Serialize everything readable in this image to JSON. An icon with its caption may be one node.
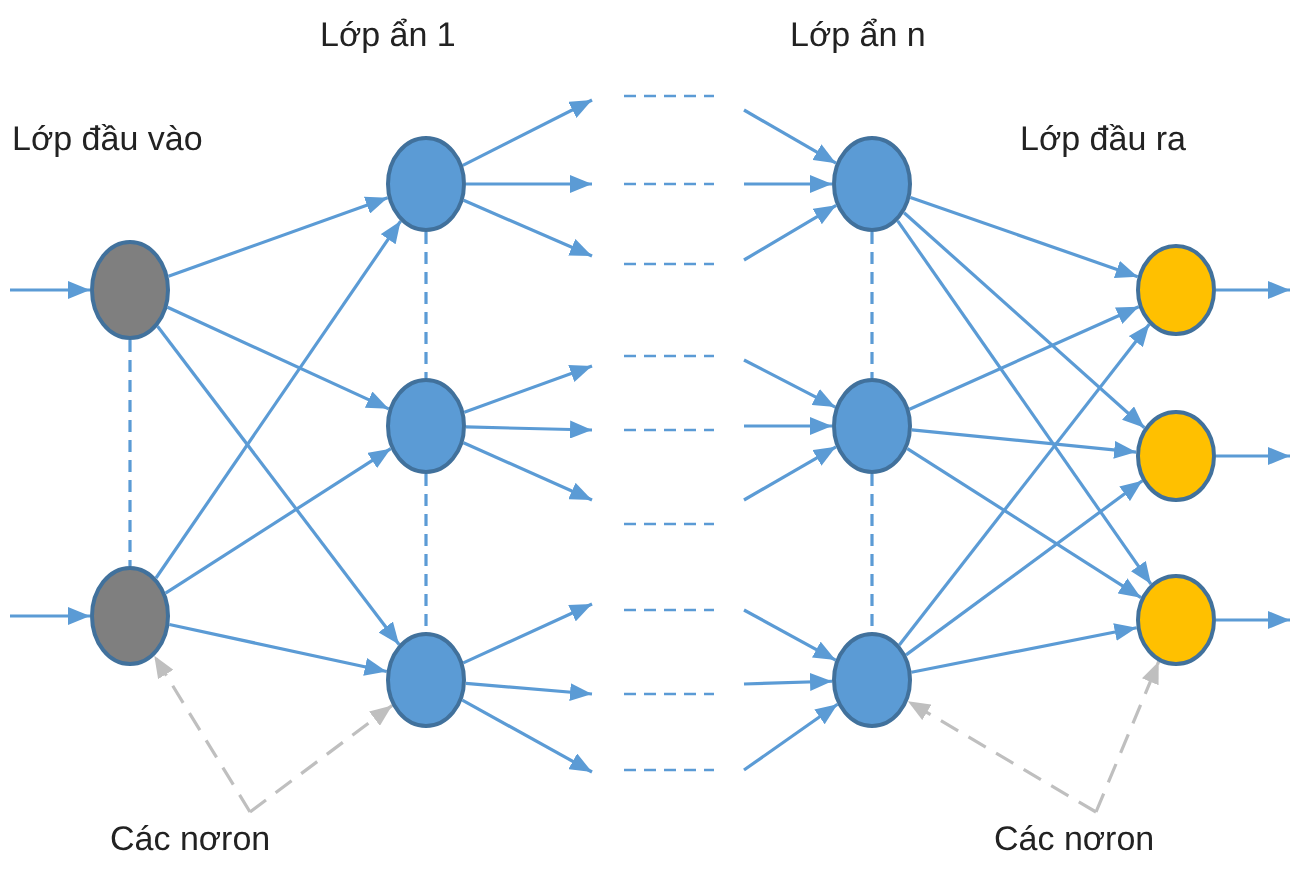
{
  "diagram": {
    "nodes": [
      {
        "text": [],
        "shape": "circle"
      },
      {
        "text": [],
        "shape": "circle"
      },
      {
        "text": [],
        "shape": "circle"
      },
      {
        "text": [],
        "shape": "circle"
      },
      {
        "text": [],
        "shape": "circle"
      },
      {
        "text": [],
        "shape": "circle"
      },
      {
        "text": [],
        "shape": "circle"
      },
      {
        "text": [],
        "shape": "circle"
      },
      {
        "text": [],
        "shape": "circle"
      },
      {
        "text": [],
        "shape": "circle"
      },
      {
        "text": [],
        "shape": "circle"
      },
      {
        "text": [
          "Các nơron"
        ]
      },
      {
        "text": [
          "Các nơron"
        ]
      }
    ],
    "edges": [
      {
        "from": null,
        "to": 0,
        "arrow": "to"
      },
      {
        "from": null,
        "to": 1,
        "arrow": "to"
      },
      {
        "from": 0,
        "to": 2,
        "arrow": "to"
      },
      {
        "from": 0,
        "to": 3,
        "arrow": "to"
      },
      {
        "from": 0,
        "to": 4,
        "arrow": "to"
      },
      {
        "from": 1,
        "to": 2,
        "arrow": "to"
      },
      {
        "from": 1,
        "to": 3,
        "arrow": "to"
      },
      {
        "from": 1,
        "to": 4,
        "arrow": "to"
      },
      {
        "from": 2,
        "to": null,
        "arrow": "to"
      },
      {
        "from": 2,
        "to": null,
        "arrow": "to"
      },
      {
        "from": 2,
        "to": null,
        "arrow": "to"
      },
      {
        "from": 3,
        "to": null,
        "arrow": "to"
      },
      {
        "from": 3,
        "to": null,
        "arrow": "to"
      },
      {
        "from": 3,
        "to": null,
        "arrow": "to"
      },
      {
        "from": 4,
        "to": null,
        "arrow": "to"
      },
      {
        "from": 4,
        "to": null,
        "arrow": "to"
      },
      {
        "from": 4,
        "to": null,
        "arrow": "to"
      },
      {
        "from": null,
        "to": 5,
        "arrow": "to"
      },
      {
        "from": null,
        "to": 5,
        "arrow": "to"
      },
      {
        "from": null,
        "to": 5,
        "arrow": "to"
      },
      {
        "from": null,
        "to": 6,
        "arrow": "to"
      },
      {
        "from": null,
        "to": 6,
        "arrow": "to"
      },
      {
        "from": null,
        "to": 6,
        "arrow": "to"
      },
      {
        "from": null,
        "to": 7,
        "arrow": "to"
      },
      {
        "from": null,
        "to": 7,
        "arrow": "to"
      },
      {
        "from": null,
        "to": 7,
        "arrow": "to"
      },
      {
        "from": 5,
        "to": 8,
        "arrow": "to"
      },
      {
        "from": 5,
        "to": 9,
        "arrow": "to"
      },
      {
        "from": 5,
        "to": 10,
        "arrow": "to"
      },
      {
        "from": 6,
        "to": 8,
        "arrow": "to"
      },
      {
        "from": 6,
        "to": 9,
        "arrow": "to"
      },
      {
        "from": 6,
        "to": 10,
        "arrow": "to"
      },
      {
        "from": 7,
        "to": 8,
        "arrow": "to"
      },
      {
        "from": 7,
        "to": 9,
        "arrow": "to"
      },
      {
        "from": 7,
        "to": 10,
        "arrow": "to"
      },
      {
        "from": 8,
        "to": null,
        "arrow": "to"
      },
      {
        "from": 9,
        "to": null,
        "arrow": "to"
      },
      {
        "from": 10,
        "to": null,
        "arrow": "to"
      },
      {
        "from": 0,
        "to": 1,
        "arrow": "none",
        "style": "dashed"
      },
      {
        "from": 2,
        "to": 3,
        "arrow": "none",
        "style": "dashed"
      },
      {
        "from": 3,
        "to": 4,
        "arrow": "none",
        "style": "dashed"
      },
      {
        "from": 5,
        "to": 6,
        "arrow": "none",
        "style": "dashed"
      },
      {
        "from": 6,
        "to": 7,
        "arrow": "none",
        "style": "dashed"
      },
      {
        "from": 11,
        "to": 1,
        "arrow": "to",
        "style": "dashed",
        "color": "#bfbfbf"
      },
      {
        "from": 11,
        "to": 4,
        "arrow": "to",
        "style": "dashed",
        "color": "#bfbfbf"
      },
      {
        "from": 12,
        "to": 7,
        "arrow": "to",
        "style": "dashed",
        "color": "#bfbfbf"
      },
      {
        "from": 12,
        "to": 10,
        "arrow": "to",
        "style": "dashed",
        "color": "#bfbfbf"
      }
    ],
    "labels": [
      "Lớp ẩn 1",
      "Lớp ẩn n",
      "Lớp đầu vào",
      "Lớp đầu ra"
    ]
  }
}
